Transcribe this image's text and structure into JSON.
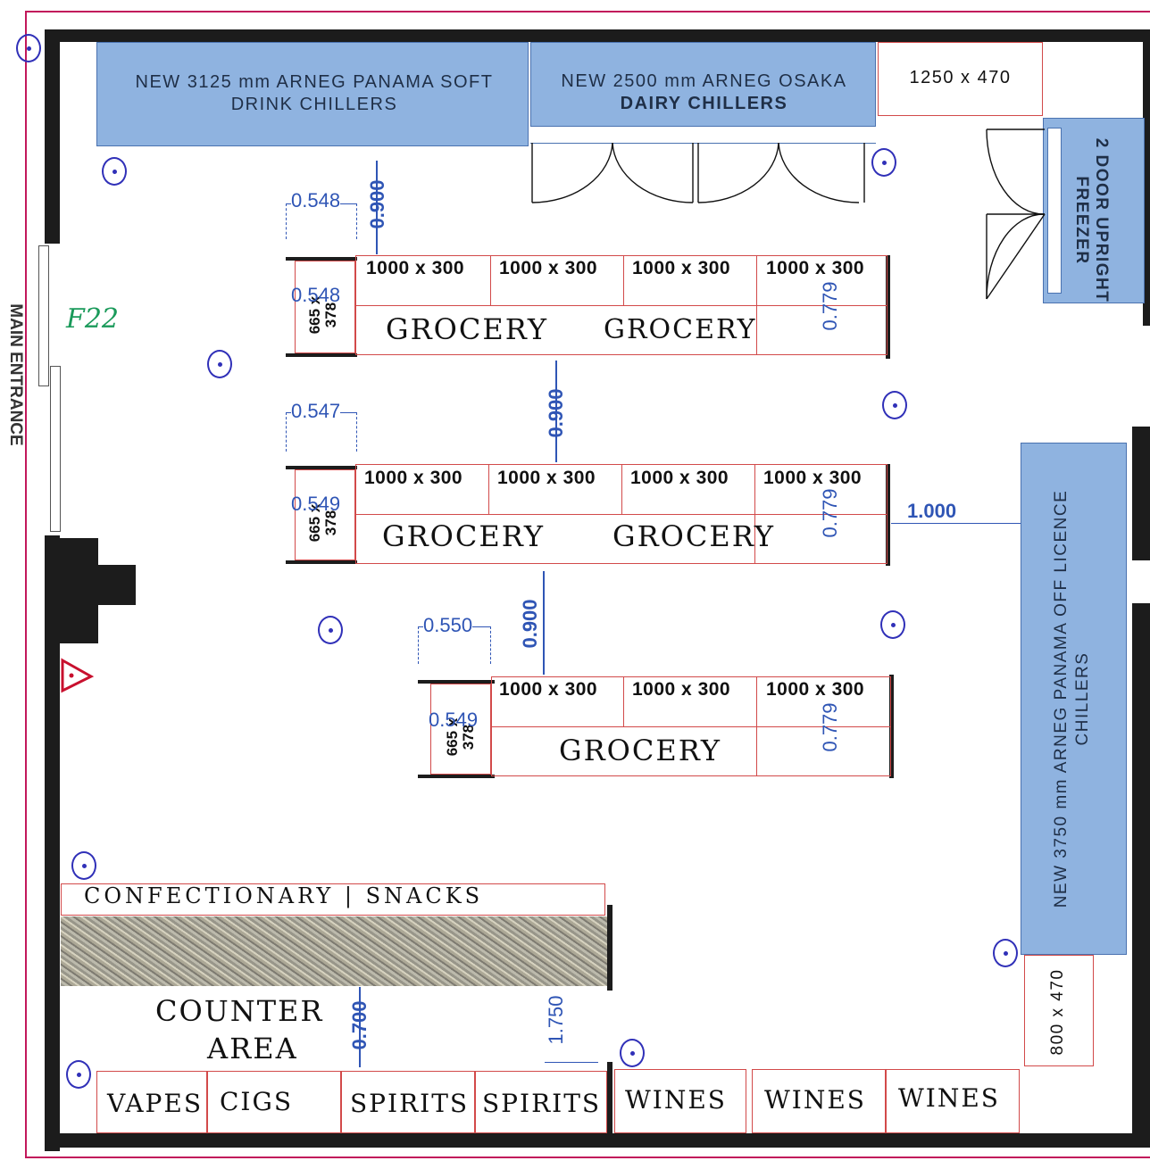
{
  "side_label": "MAIN ENTRANCE",
  "zone_code": "F22",
  "units": {
    "soft_drink_chillers": "NEW 3125 mm ARNEG PANAMA SOFT DRINK CHILLERS",
    "dairy_line1": "NEW 2500 mm ARNEG OSAKA",
    "dairy_line2": "DAIRY CHILLERS",
    "top_right_box": "1250 x 470",
    "freezer": "2 DOOR UPRIGHT FREEZER",
    "off_licence_chillers": "NEW 3750 mm ARNEG PANAMA OFF LICENCE CHILLERS",
    "bottom_right_box": "800 x 470"
  },
  "shelf_size": "1000 x 300",
  "end_size_top": "665 x",
  "end_size_bottom": "378",
  "aisles": [
    {
      "labels": [
        "GROCERY",
        "GROCERY"
      ],
      "left_dim": "0.548",
      "end_dim": "0.548",
      "right_dim": "0.779",
      "gap_dim": "0.900"
    },
    {
      "labels": [
        "GROCERY",
        "GROCERY"
      ],
      "left_dim": "0.547",
      "end_dim": "0.549",
      "right_dim": "0.779",
      "gap_dim": "0.900"
    },
    {
      "labels": [
        "GROCERY"
      ],
      "left_dim": "0.550",
      "end_dim": "0.549",
      "right_dim": "0.779",
      "gap_dim": "0.900"
    }
  ],
  "chiller_gap": "1.000",
  "confectionary": "CONFECTIONARY | SNACKS",
  "counter_line1": "COUNTER",
  "counter_line2": "AREA",
  "counter_dim": "0.700",
  "counter_dim2": "1.750",
  "bottom_bays": [
    "VAPES",
    "CIGS",
    "SPIRITS",
    "SPIRITS",
    "WINES",
    "WINES",
    "WINES"
  ],
  "colors": {
    "wall": "#1c1c1c",
    "chiller": "#8fb3e0",
    "dimension": "#2f55b5",
    "outline": "#c2185b",
    "shelf_line": "#d24a4a",
    "marker_circle": "#3030b8",
    "marker_triangle": "#c8102e",
    "zone_code": "#1a9a5a"
  }
}
